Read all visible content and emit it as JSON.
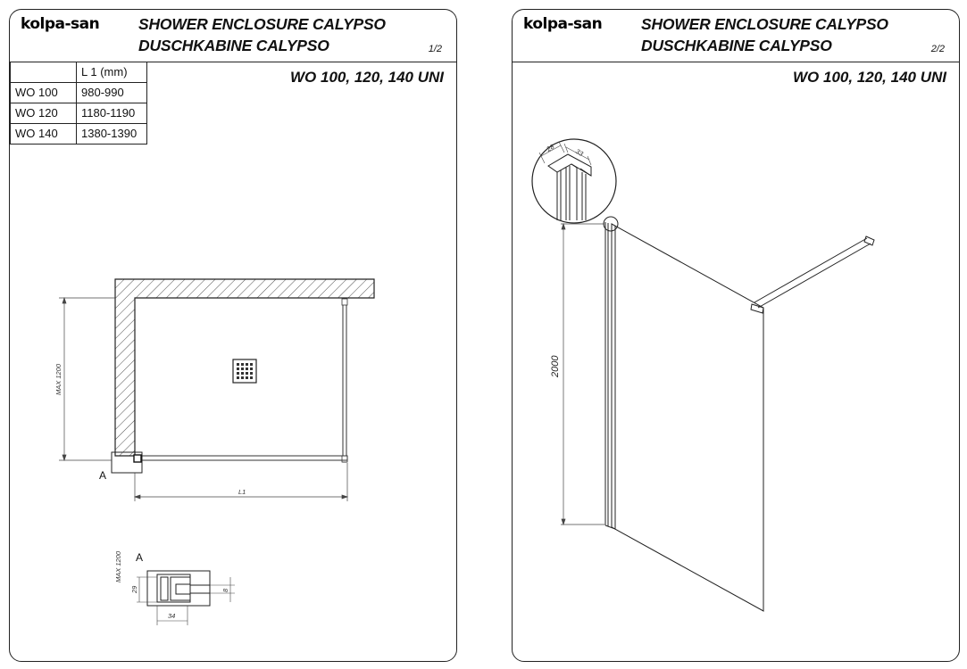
{
  "brand": "kolpa-san",
  "sheets": [
    {
      "title_en": "SHOWER ENCLOSURE CALYPSO",
      "title_de": "DUSCHKABINE CALYPSO",
      "page": "1/2",
      "model": "WO 100, 120, 140  UNI",
      "size_table": {
        "header": [
          "",
          "L 1 (mm)"
        ],
        "rows": [
          [
            "WO 100",
            "980-990"
          ],
          [
            "WO 120",
            "1180-1190"
          ],
          [
            "WO 140",
            "1380-1390"
          ]
        ]
      },
      "plan_labels": {
        "max_dim": "MAX 1200",
        "length": "L1",
        "detail_ref": "A"
      },
      "detail_labels": {
        "ref": "A",
        "max_dim": "MAX 1200",
        "d29": "29",
        "d8": "8",
        "d34": "34"
      }
    },
    {
      "title_en": "SHOWER ENCLOSURE CALYPSO",
      "title_de": "DUSCHKABINE CALYPSO",
      "page": "2/2",
      "model": "WO 100, 120, 140  UNI",
      "labels": {
        "height": "2000",
        "d28": "28",
        "d33": "33"
      }
    }
  ]
}
